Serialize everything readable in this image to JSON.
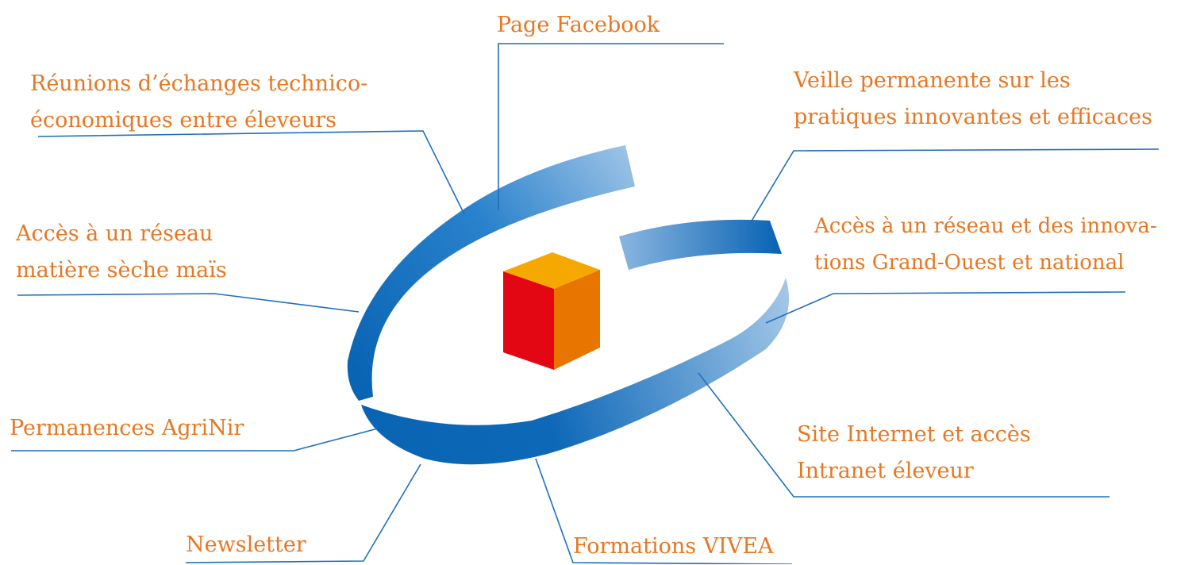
{
  "colors": {
    "label_text": "#e87722",
    "leader_line": "#1f6fbd",
    "ribbon_dark": "#0a64b4",
    "ribbon_light": "#8ab6e0",
    "cube_top": "#f5a800",
    "cube_left": "#e30613",
    "cube_right": "#e87500"
  },
  "labels": {
    "page_facebook": [
      "Page Facebook"
    ],
    "reunions": [
      "Réunions d’échanges technico-",
      "économiques entre éleveurs"
    ],
    "veille": [
      "Veille permanente sur les",
      "pratiques innovantes et efficaces"
    ],
    "reseau_mais": [
      "Accès à un réseau",
      "matière sèche maïs"
    ],
    "reseau_innovations": [
      "Accès à un réseau et des innova-",
      "tions Grand-Ouest et national"
    ],
    "permanences": [
      "Permanences AgriNir"
    ],
    "site_internet": [
      "Site Internet et accès",
      "Intranet éleveur"
    ],
    "newsletter": [
      "Newsletter"
    ],
    "formations": [
      "Formations VIVEA"
    ]
  },
  "icons": {
    "center_logo": "cube-icon",
    "ribbons": "ribbon-swirl-icon"
  }
}
